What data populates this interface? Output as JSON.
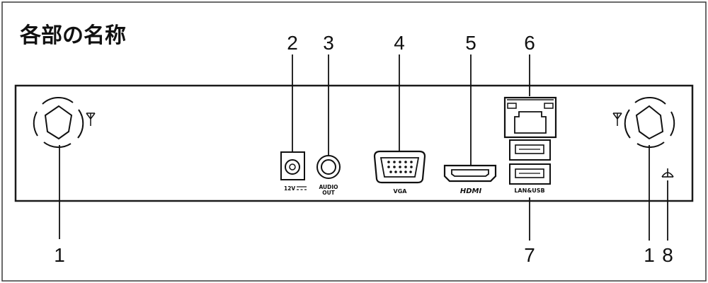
{
  "title": "各部の名称",
  "callouts": {
    "n1": "1",
    "n2": "2",
    "n3": "3",
    "n4": "4",
    "n5": "5",
    "n6": "6",
    "n7": "7",
    "n8a": "1",
    "n8b": "8"
  },
  "port_labels": {
    "power": "12V",
    "audio_line1": "AUDIO",
    "audio_line2": "OUT",
    "vga": "VGA",
    "hdmi": "HDMI",
    "lan_usb": "LAN&USB"
  },
  "icons": {
    "antenna_left": "antenna-icon",
    "antenna_right": "antenna-icon",
    "ground": "ground-icon"
  }
}
